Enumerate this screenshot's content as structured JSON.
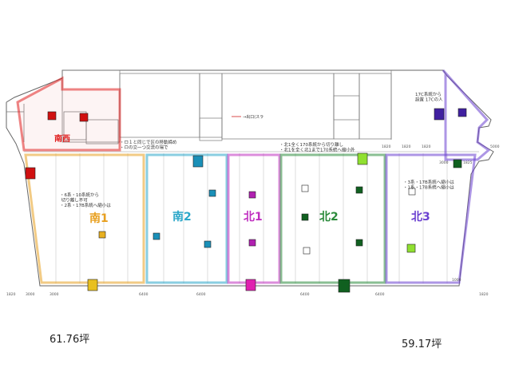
{
  "zones": [
    {
      "label": "南西",
      "color": "#e02020"
    },
    {
      "label": "南1",
      "color": "#e8a020"
    },
    {
      "label": "南2",
      "color": "#2aa6c8"
    },
    {
      "label": "北1",
      "color": "#c030c0"
    },
    {
      "label": "北2",
      "color": "#2a8a3a"
    },
    {
      "label": "北3",
      "color": "#6a40d0"
    }
  ],
  "annotations": {
    "top_left": "・ロ１と同じで区の移動締め\n・ロの交一つ交流の場で",
    "top_center": "・北1全く170系統から切り離し\n・北1を全く北1まで170系統へ縮小外",
    "south1_note": "・6系・10系統から\n  切り離し不可\n・2系・17B系統へ縮小は",
    "north3_note": "・3系・17B系統へ縮小は\n・1系・17B系統へ縮小は",
    "top_right": "17C系統から\n設置 17Cの人"
  },
  "dimensions": {
    "left": [
      "1820",
      "3000",
      "3000"
    ],
    "bottom": [
      "6400",
      "6400",
      "6400",
      "6400"
    ],
    "right": [
      "5000",
      "1820",
      "1000"
    ],
    "top_right": [
      "1820",
      "1820",
      "1820",
      "3000",
      "1825"
    ]
  },
  "areas": {
    "left": "61.76坪",
    "right": "59.17坪"
  },
  "door_label": "→出口(スラ"
}
